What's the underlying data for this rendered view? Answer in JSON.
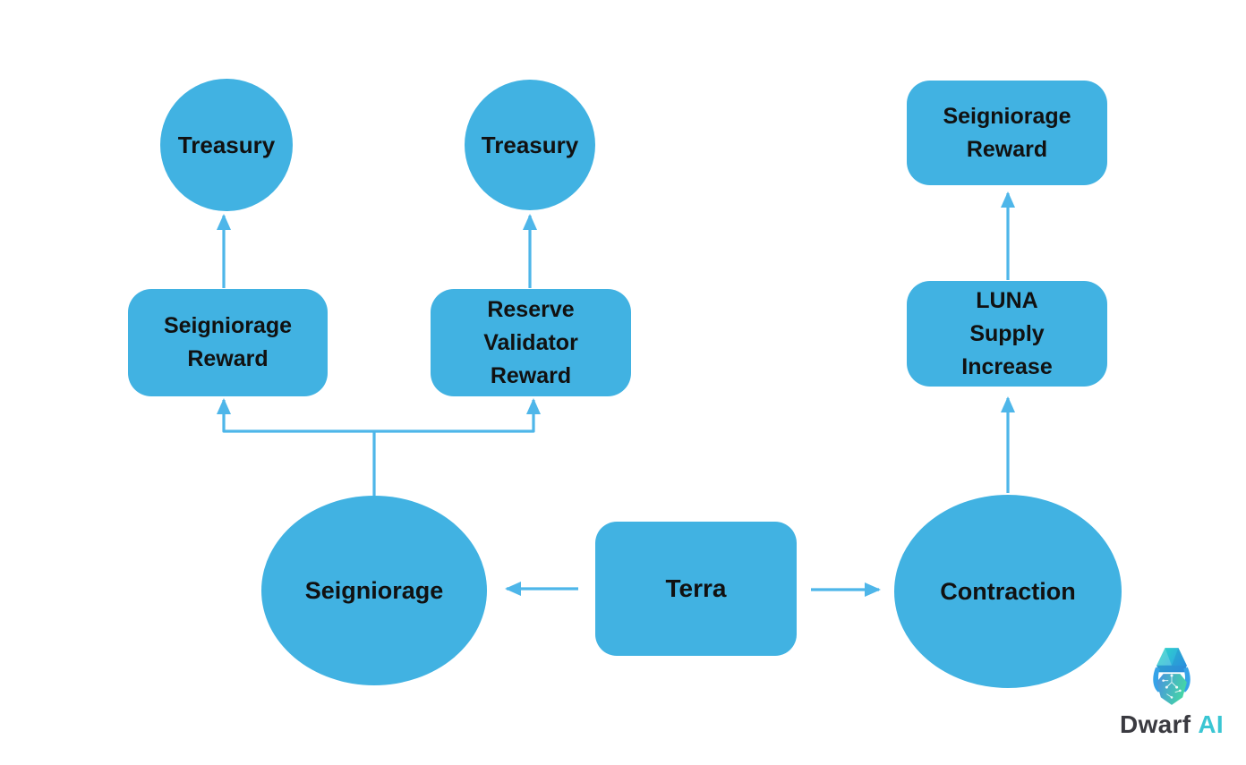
{
  "canvas": {
    "background": "#ffffff"
  },
  "palette": {
    "node_fill": "#41B2E2",
    "arrow": "#4EB6E9",
    "label_text": "#111111",
    "logo_text": "#3A3A40",
    "logo_accent": "#3BC6D3"
  },
  "diagram": {
    "nodes": {
      "treasury_left": {
        "shape": "circle",
        "label": "Treasury"
      },
      "treasury_middle": {
        "shape": "circle",
        "label": "Treasury"
      },
      "seigniorage_reward_top": {
        "shape": "rounded-rectangle",
        "line1": "Seigniorage",
        "line2": "Reward"
      },
      "seigniorage_reward_left": {
        "shape": "rounded-rectangle",
        "line1": "Seigniorage",
        "line2": "Reward"
      },
      "reserve_validator_reward": {
        "shape": "rounded-rectangle",
        "line1": "Reserve",
        "line2": "Validator",
        "line3": "Reward"
      },
      "luna_supply_increase": {
        "shape": "rounded-rectangle",
        "line1": "LUNA",
        "line2": "Supply",
        "line3": "Increase"
      },
      "seigniorage": {
        "shape": "ellipse",
        "label": "Seigniorage"
      },
      "terra": {
        "shape": "rounded-rectangle",
        "label": "Terra"
      },
      "contraction": {
        "shape": "ellipse",
        "label": "Contraction"
      }
    },
    "edges": [
      {
        "from": "seigniorage_reward_left",
        "to": "treasury_left"
      },
      {
        "from": "reserve_validator_reward",
        "to": "treasury_middle"
      },
      {
        "from": "luna_supply_increase",
        "to": "seigniorage_reward_top"
      },
      {
        "from": "seigniorage",
        "to": "seigniorage_reward_left"
      },
      {
        "from": "seigniorage",
        "to": "reserve_validator_reward"
      },
      {
        "from": "terra",
        "to": "seigniorage"
      },
      {
        "from": "terra",
        "to": "contraction"
      },
      {
        "from": "contraction",
        "to": "luna_supply_increase"
      }
    ]
  },
  "logo": {
    "brand": "Dwarf",
    "accent": "AI"
  }
}
